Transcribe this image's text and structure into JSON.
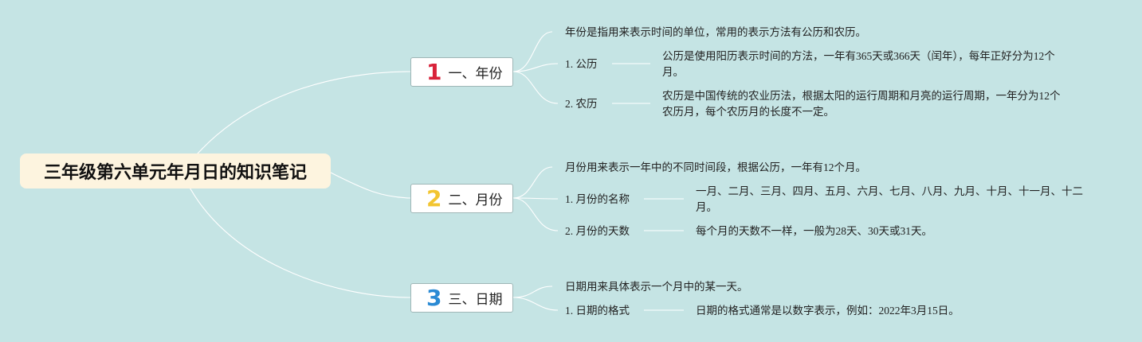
{
  "root": {
    "title": "三年级第六单元年月日的知识笔记"
  },
  "colors": {
    "background": "#c5e4e4",
    "num1": "#d8223a",
    "num2": "#f2c531",
    "num3": "#2a8ad4",
    "line": "#ffffff"
  },
  "branches": [
    {
      "num": "1",
      "label": "一、年份",
      "intro": "年份是指用来表示时间的单位，常用的表示方法有公历和农历。",
      "items": [
        {
          "label": "1. 公历",
          "desc": "公历是使用阳历表示时间的方法，一年有365天或366天（闰年），每年正好分为12个月。"
        },
        {
          "label": "2. 农历",
          "desc": "农历是中国传统的农业历法，根据太阳的运行周期和月亮的运行周期，一年分为12个农历月，每个农历月的长度不一定。"
        }
      ]
    },
    {
      "num": "2",
      "label": "二、月份",
      "intro": "月份用来表示一年中的不同时间段，根据公历，一年有12个月。",
      "items": [
        {
          "label": "1. 月份的名称",
          "desc": "一月、二月、三月、四月、五月、六月、七月、八月、九月、十月、十一月、十二月。"
        },
        {
          "label": "2. 月份的天数",
          "desc": "每个月的天数不一样，一般为28天、30天或31天。"
        }
      ]
    },
    {
      "num": "3",
      "label": "三、日期",
      "intro": "日期用来具体表示一个月中的某一天。",
      "items": [
        {
          "label": "1. 日期的格式",
          "desc": "日期的格式通常是以数字表示，例如：2022年3月15日。"
        }
      ]
    }
  ]
}
